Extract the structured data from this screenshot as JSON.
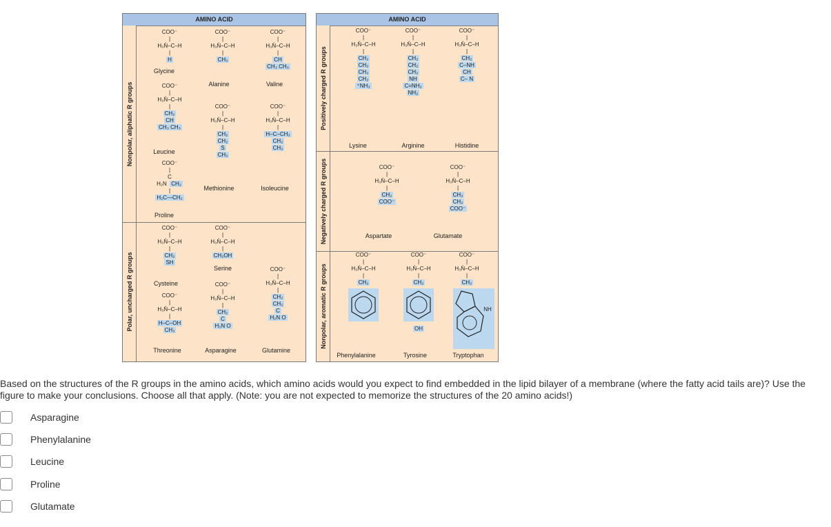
{
  "figure": {
    "left_header": "AMINO ACID",
    "right_header": "AMINO ACID",
    "groups": {
      "nonpolar_aliphatic": "Nonpolar, aliphatic R groups",
      "polar_uncharged": "Polar, uncharged R groups",
      "positively_charged": "Positively charged R groups",
      "negatively_charged": "Negatively charged R groups",
      "nonpolar_aromatic": "Nonpolar, aromatic R groups"
    },
    "amino_acids": {
      "glycine": "Glycine",
      "alanine": "Alanine",
      "valine": "Valine",
      "leucine": "Leucine",
      "methionine": "Methionine",
      "isoleucine": "Isoleucine",
      "proline": "Proline",
      "cysteine": "Cysteine",
      "serine": "Serine",
      "threonine": "Threonine",
      "asparagine": "Asparagine",
      "glutamine": "Glutamine",
      "lysine": "Lysine",
      "arginine": "Arginine",
      "histidine": "Histidine",
      "aspartate": "Aspartate",
      "glutamate": "Glutamate",
      "phenylalanine": "Phenylalanine",
      "tyrosine": "Tyrosine",
      "tryptophan": "Tryptophan"
    },
    "chem": {
      "coo": "COO⁻",
      "bar": "|",
      "h3n_ch": "H₃N̊–C–H",
      "h": "H",
      "ch3": "CH₃",
      "ch2": "CH₂",
      "ch": "CH",
      "ch3ch3": "CH₃ CH₃",
      "s": "S",
      "hcch3": "H–C–CH₃",
      "h2n": "H₂N",
      "h2c_ch2": "H₂C—CH₂",
      "sh": "SH",
      "ch2oh": "CH₂OH",
      "hcoh": "H–C–OH",
      "c": "C",
      "h2n_o": "H₂N   O",
      "nh": "NH",
      "nh3": "⁺NH₃",
      "c_nh2": "C=NH₂",
      "nh2": "NH₂",
      "c_nh": "C–NH",
      "c_n": "C– N",
      "oh": "OH"
    }
  },
  "question": {
    "text": "Based on the structures of the R groups in the amino acids, which amino acids would you expect to find embedded in the lipid bilayer of a membrane (where the fatty acid tails are)? Use the figure to make your conclusions. Choose all that apply. (Note: you are not expected to memorize the structures of the 20 amino acids!)",
    "options": [
      "Asparagine",
      "Phenylalanine",
      "Leucine",
      "Proline",
      "Glutamate"
    ]
  }
}
